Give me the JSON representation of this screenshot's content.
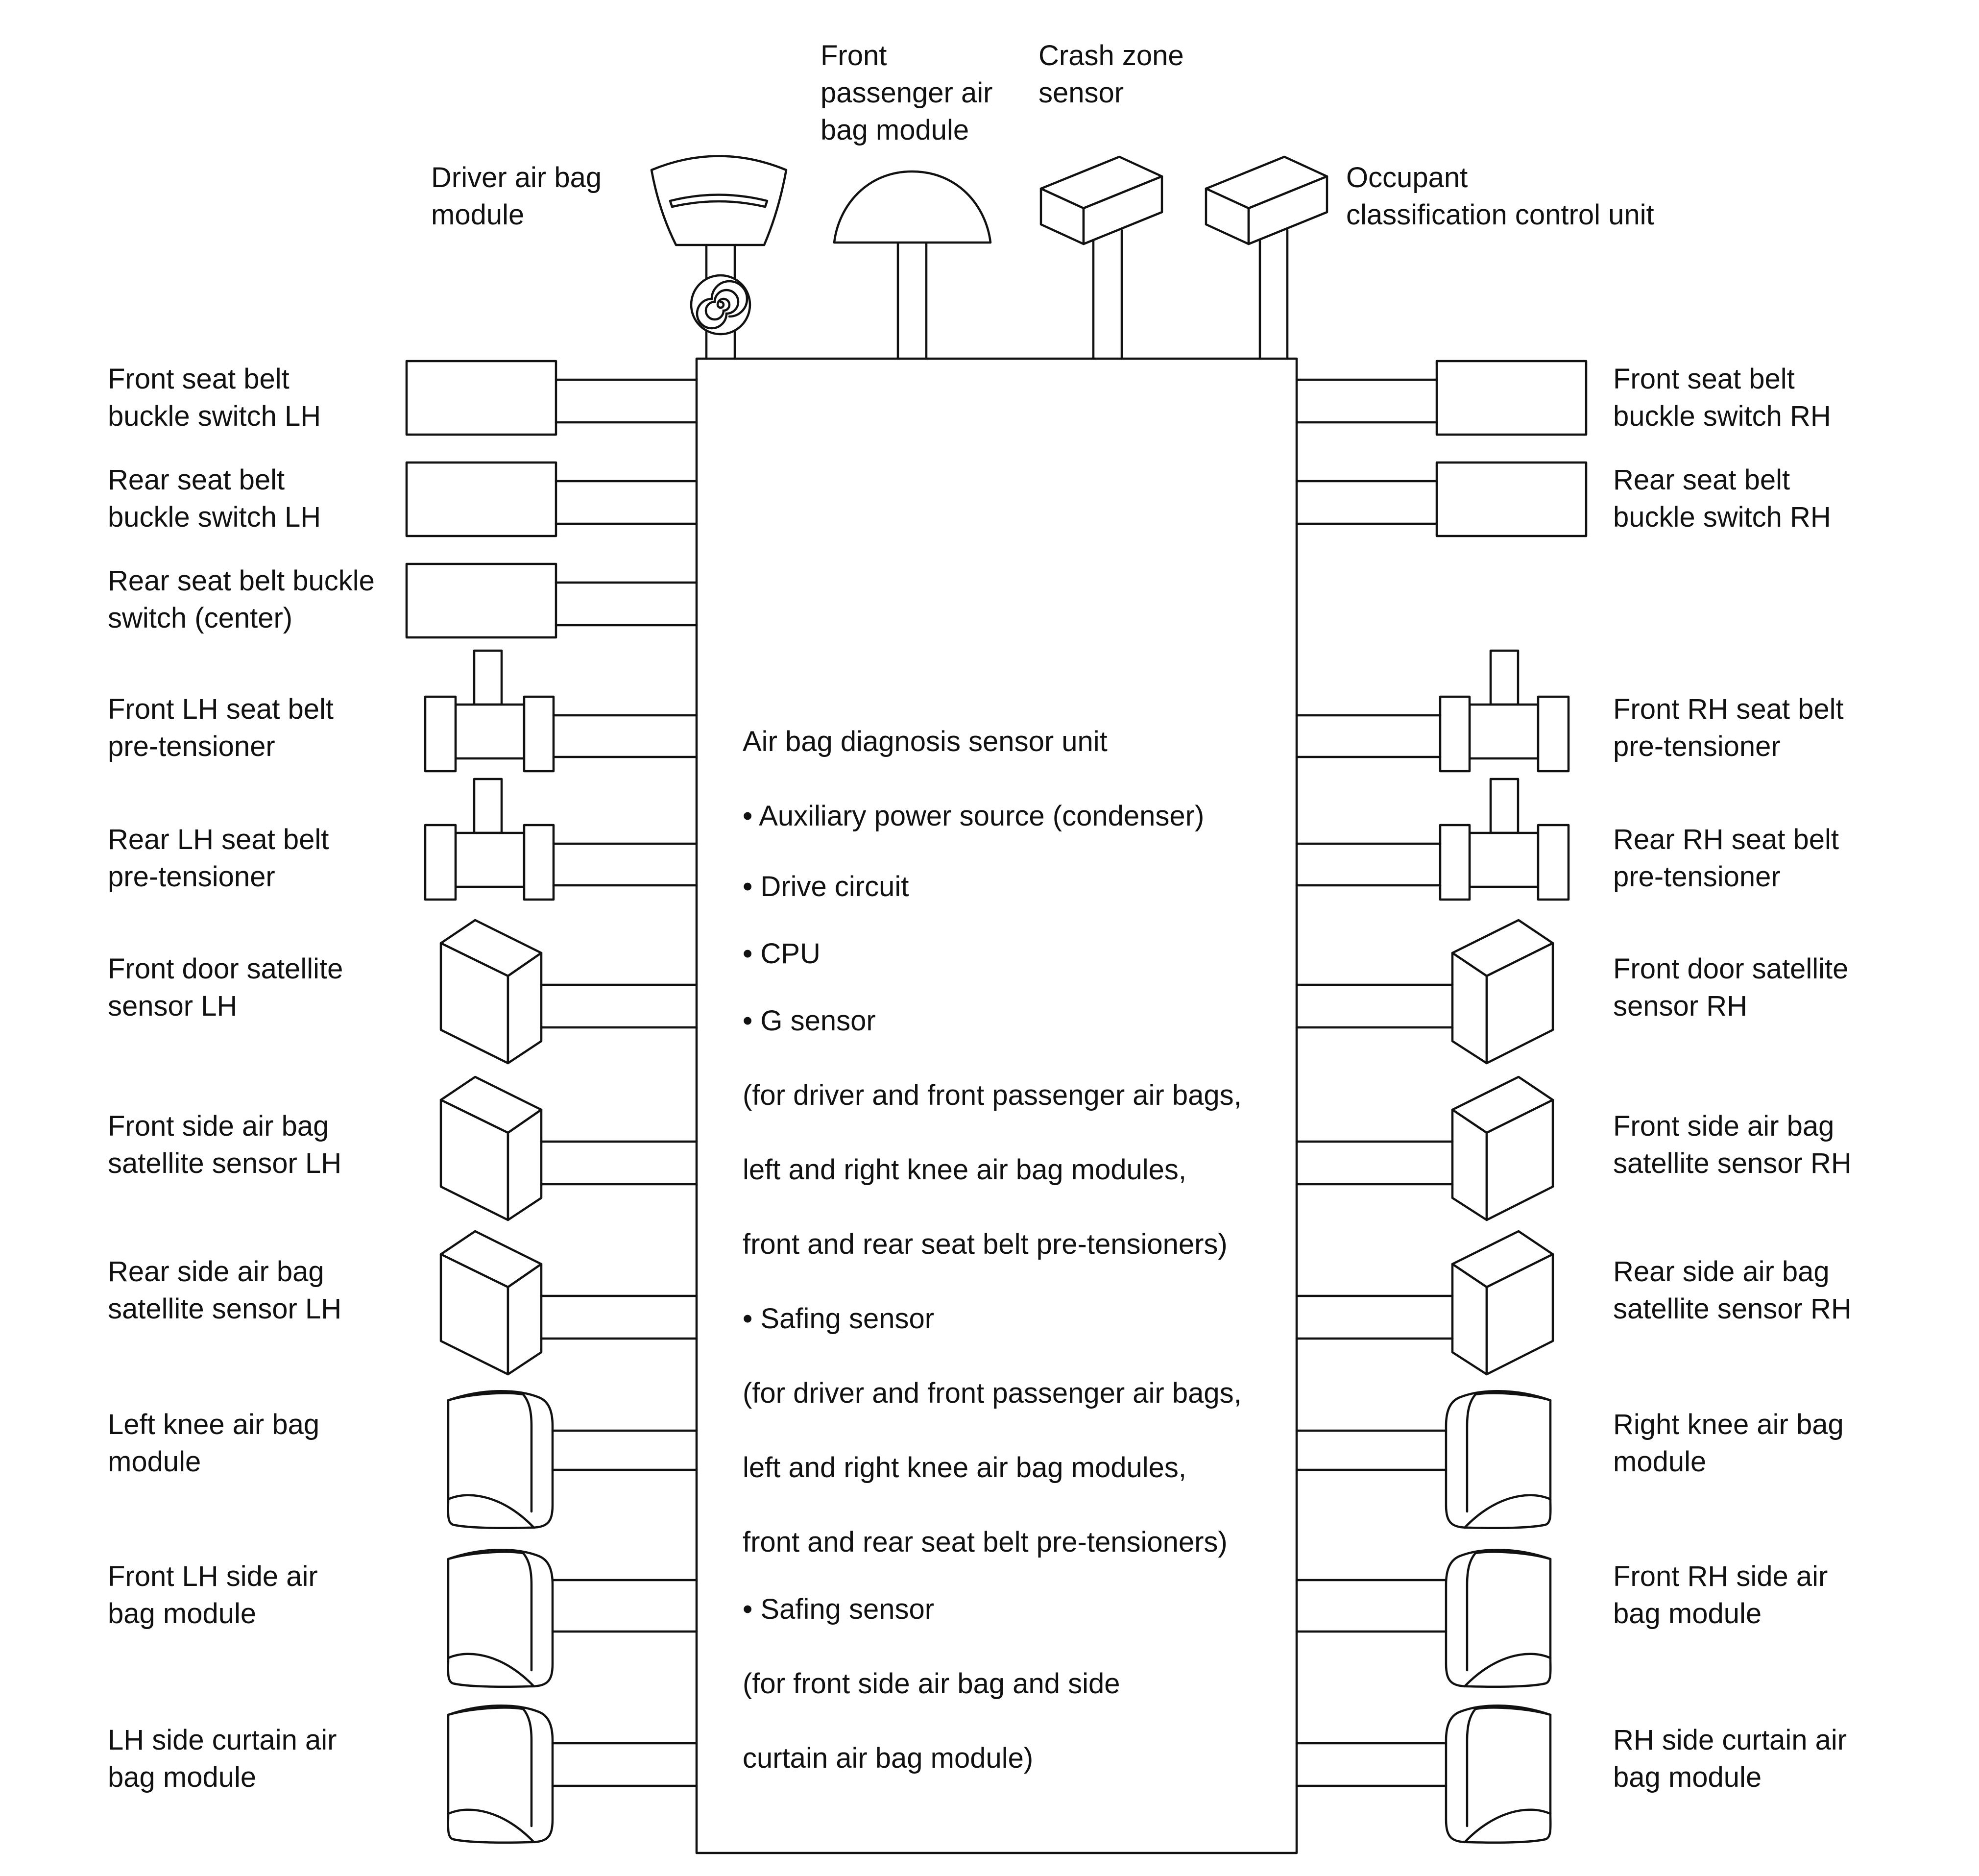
{
  "central_unit": {
    "lines": [
      "Air bag diagnosis sensor unit",
      "• Auxiliary power source (condenser)",
      "• Drive circuit",
      "• CPU",
      "• G sensor",
      "(for driver and front passenger air bags,",
      "left and right knee air bag modules,",
      "front and rear seat belt pre-tensioners)",
      "• Safing sensor",
      "(for driver and front passenger air bags,",
      "left and right knee air bag modules,",
      "front and rear seat belt pre-tensioners)",
      "• Safing sensor",
      "(for front side air bag and side",
      "curtain air bag module)"
    ]
  },
  "top_components": {
    "driver_air_bag": "Driver air bag\nmodule",
    "front_passenger_air_bag": "Front\npassenger air\nbag module",
    "crash_zone_sensor": "Crash zone\nsensor",
    "occupant_classification": "Occupant\nclassification control unit"
  },
  "left_components": [
    {
      "label": "Front seat belt\nbuckle switch LH",
      "icon": "buckle-switch"
    },
    {
      "label": "Rear seat belt\nbuckle switch LH",
      "icon": "buckle-switch"
    },
    {
      "label": "Rear seat belt buckle\nswitch (center)",
      "icon": "buckle-switch"
    },
    {
      "label": "Front LH seat belt\npre-tensioner",
      "icon": "pretensioner"
    },
    {
      "label": "Rear LH seat belt\npre-tensioner",
      "icon": "pretensioner"
    },
    {
      "label": "Front door satellite\nsensor LH",
      "icon": "satellite-sensor"
    },
    {
      "label": "Front side air bag\nsatellite sensor LH",
      "icon": "satellite-sensor"
    },
    {
      "label": "Rear side air bag\nsatellite sensor LH",
      "icon": "satellite-sensor"
    },
    {
      "label": "Left knee air bag\nmodule",
      "icon": "air-bag-module"
    },
    {
      "label": "Front LH side air\nbag module",
      "icon": "air-bag-module"
    },
    {
      "label": "LH side curtain air\nbag module",
      "icon": "air-bag-module"
    }
  ],
  "right_components": [
    {
      "label": "Front seat belt\nbuckle switch RH",
      "icon": "buckle-switch"
    },
    {
      "label": "Rear seat belt\nbuckle switch RH",
      "icon": "buckle-switch"
    },
    {
      "label": "Front RH seat belt\npre-tensioner",
      "icon": "pretensioner"
    },
    {
      "label": "Rear RH seat belt\npre-tensioner",
      "icon": "pretensioner"
    },
    {
      "label": "Front door satellite\nsensor RH",
      "icon": "satellite-sensor"
    },
    {
      "label": "Front side air bag\nsatellite sensor RH",
      "icon": "satellite-sensor"
    },
    {
      "label": "Rear side air bag\nsatellite sensor RH",
      "icon": "satellite-sensor"
    },
    {
      "label": "Right knee air bag\nmodule",
      "icon": "air-bag-module"
    },
    {
      "label": "Front RH side air\nbag module",
      "icon": "air-bag-module"
    },
    {
      "label": "RH side curtain air\nbag module",
      "icon": "air-bag-module"
    }
  ]
}
